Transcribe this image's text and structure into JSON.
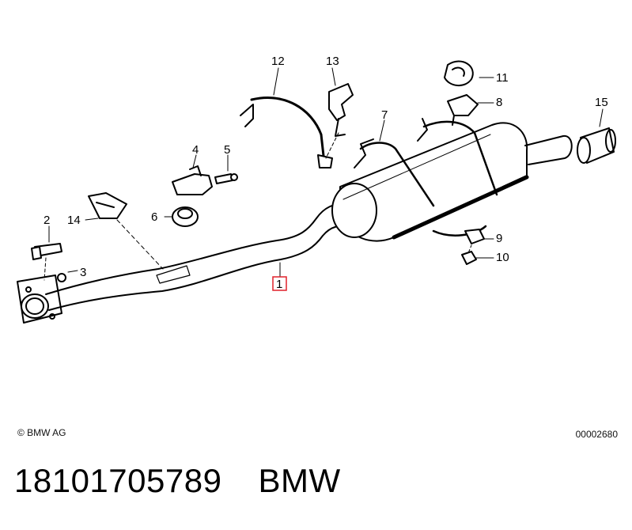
{
  "diagram": {
    "callouts": {
      "p1": "1",
      "p2": "2",
      "p3": "3",
      "p4": "4",
      "p5": "5",
      "p6": "6",
      "p7": "7",
      "p8": "8",
      "p9": "9",
      "p10": "10",
      "p11": "11",
      "p12": "12",
      "p13": "13",
      "p14": "14",
      "p15": "15"
    },
    "highlight_color": "#e0202a",
    "line_color": "#000000"
  },
  "footer": {
    "copyright": "© BMW AG",
    "document_number": "00002680"
  },
  "caption": {
    "part_number": "18101705789",
    "brand": "BMW"
  }
}
